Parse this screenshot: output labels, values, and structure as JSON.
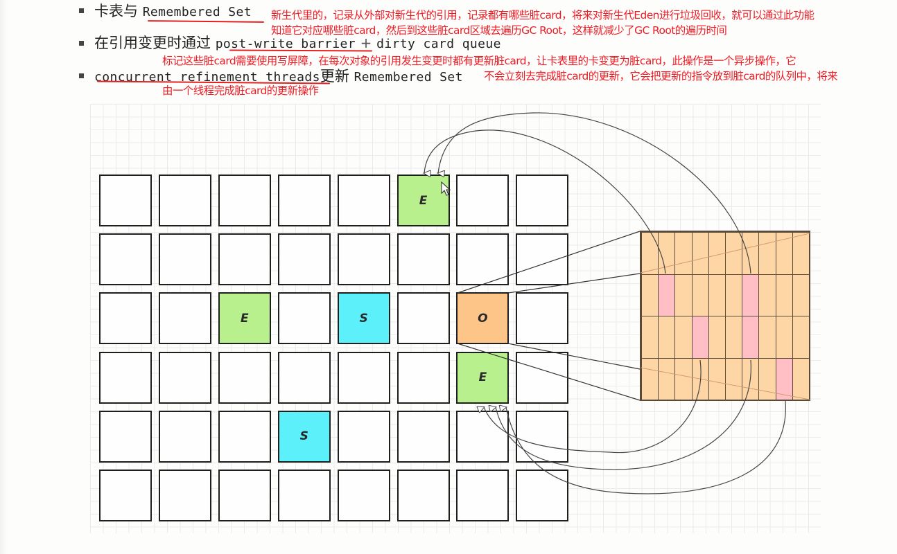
{
  "bullets": [
    {
      "prefix": "卡表与",
      "code": "Remembered Set",
      "suffix": "",
      "note_lines": [
        "新生代里的，记录从外部对新生代的引用，记录都有哪些脏card，将来对新生代Eden进行垃圾回收，就可以通过此功能",
        "知道它对应哪些脏card，然后到这些脏card区域去遍历GC Root，这样就减少了GC Root的遍历时间"
      ]
    },
    {
      "prefix": "在引用变更时通过",
      "code": "post-write barrier",
      "plus": "+",
      "code2": "dirty card queue",
      "note_lines": [
        "标记这些脏card需要使用写屏障，在每次对象的引用发生变更时都有更新脏card，让卡表里的卡变更为脏card，此操作是一个异步操作，它"
      ]
    },
    {
      "prefix": "",
      "code": "concurrent refinement threads",
      "middle": "更新",
      "code2": "Remembered Set",
      "note_lines": [
        "不会立刻去完成脏card的更新，它会把更新的指令放到脏card的队列中，将来",
        "由一个线程完成脏card的更新操作"
      ]
    }
  ],
  "diagram": {
    "heap_grid": {
      "rows": 6,
      "cols": 8,
      "regions": [
        {
          "row": 0,
          "col": 5,
          "label": "E",
          "type": "eden",
          "color": "#b8f08e"
        },
        {
          "row": 2,
          "col": 2,
          "label": "E",
          "type": "eden",
          "color": "#b8f08e"
        },
        {
          "row": 2,
          "col": 4,
          "label": "S",
          "type": "survivor",
          "color": "#5cf0fa"
        },
        {
          "row": 2,
          "col": 6,
          "label": "O",
          "type": "old",
          "color": "#fec589"
        },
        {
          "row": 3,
          "col": 6,
          "label": "E",
          "type": "eden",
          "color": "#b8f08e"
        },
        {
          "row": 4,
          "col": 3,
          "label": "S",
          "type": "survivor",
          "color": "#5cf0fa"
        }
      ]
    },
    "card_table": {
      "rows": 4,
      "cols": 10,
      "clean_color": "#fed6a6",
      "dirty_color": "#ffbfc4",
      "dirty_cards": [
        {
          "row": 1,
          "col": 1
        },
        {
          "row": 1,
          "col": 6
        },
        {
          "row": 2,
          "col": 3
        },
        {
          "row": 2,
          "col": 6
        },
        {
          "row": 3,
          "col": 8
        }
      ]
    },
    "colors": {
      "eden": "#b8f08e",
      "survivor": "#5cf0fa",
      "old": "#fec589",
      "note_red": "#ee1c25"
    }
  }
}
